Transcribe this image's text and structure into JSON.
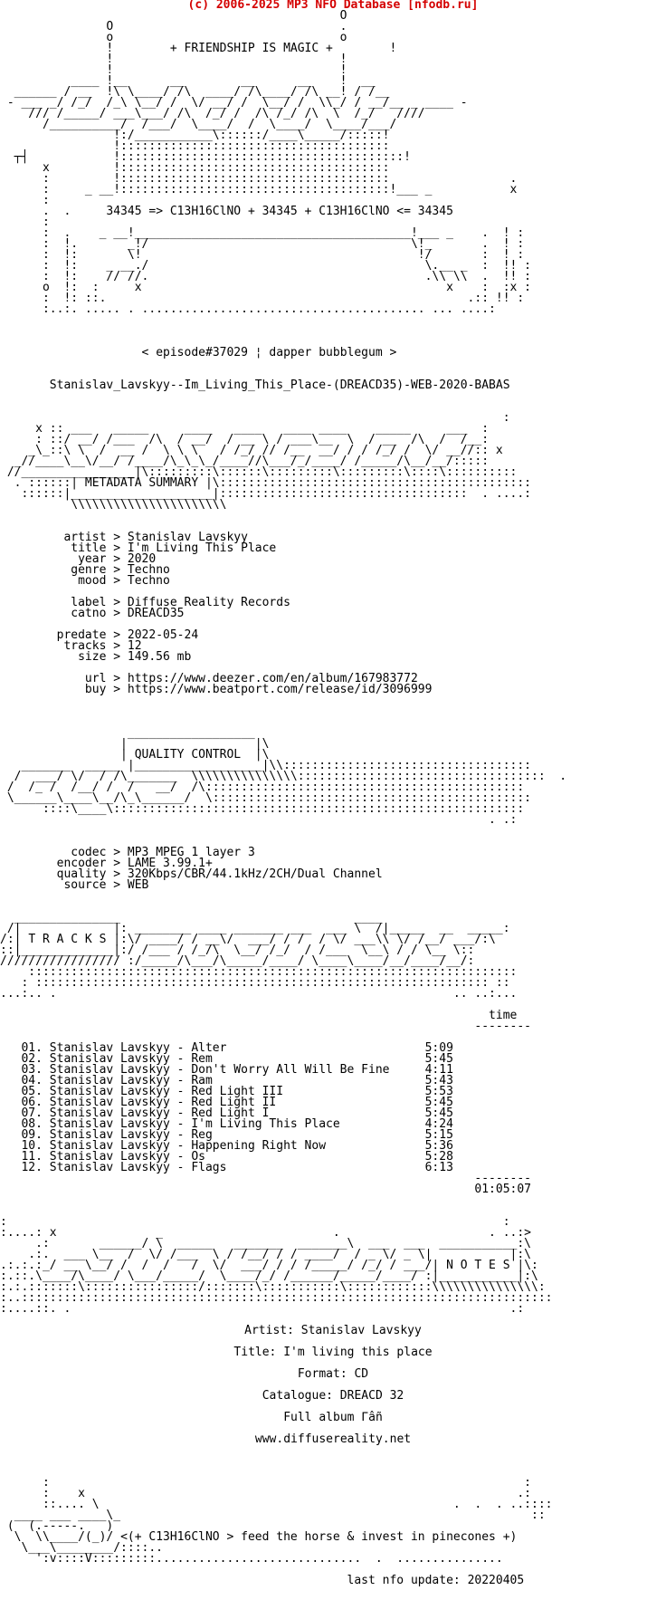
{
  "header": {
    "copyright": "(c) 2006-2025 MP3 NFO Database [nfodb.ru]"
  },
  "banner": {
    "slogan": "+ FRIENDSHIP IS MAGIC +",
    "formula": "34345 => C13H16ClNO + 34345 + C13H16ClNO <= 34345"
  },
  "release": {
    "episode": "< episode#37029 ¦ dapper bubblegum >",
    "dirname": "Stanislav_Lavskyy--Im_Living_This_Place-(DREACD35)-WEB-2020-BABAS"
  },
  "sections": {
    "metadata": "METADATA SUMMARY",
    "quality": "QUALITY CONTROL",
    "tracks": "T R A C K S",
    "notes": "N O T E S"
  },
  "metadata": {
    "artist": "artist > Stanislav Lavskyy",
    "title": "title > I'm Living This Place",
    "year": "year > 2020",
    "genre": "genre > Techno",
    "mood": "mood > Techno",
    "label": "label > Diffuse Reality Records",
    "catno": "catno > DREACD35",
    "predate": "predate > 2022-05-24",
    "tracks": "tracks > 12",
    "size": "size > 149.56 mb",
    "url": "url > https://www.deezer.com/en/album/167983772",
    "buy": "buy > https://www.beatport.com/release/id/3096999"
  },
  "quality": {
    "codec": "codec > MP3 MPEG 1 layer 3",
    "encoder": "encoder > LAME 3.99.1+",
    "quality": "quality > 320Kbps/CBR/44.1kHz/2CH/Dual Channel",
    "source": "source > WEB"
  },
  "tracklist": {
    "time_header": "time",
    "rows": [
      "01. Stanislav Lavskyy - Alter                            5:09",
      "02. Stanislav Lavskyy - Rem                              5:45",
      "03. Stanislav Lavskyy - Don't Worry All Will Be Fine     4:11",
      "04. Stanislav Lavskyy - Ram                              5:43",
      "05. Stanislav Lavskyy - Red Light III                    5:53",
      "06. Stanislav Lavskyy - Red Light II                     5:45",
      "07. Stanislav Lavskyy - Red Light I                      5:45",
      "08. Stanislav Lavskyy - I'm Living This Place            4:24",
      "09. Stanislav Lavskyy - Reg                              5:15",
      "10. Stanislav Lavskyy - Happening Right Now              5:36",
      "11. Stanislav Lavskyy - Os                               5:28",
      "12. Stanislav Lavskyy - Flags                            6:13"
    ],
    "total": "01:05:07"
  },
  "notes": {
    "artist": "Artist: Stanislav Lavskyy",
    "title": "Title: I'm living this place",
    "format": "Format: CD",
    "catalogue": "Catalogue: DREACD 32",
    "full": "Full album Γâñ",
    "site": "www.diffusereality.net"
  },
  "footer": {
    "slogan": "<(+ C13H16ClNO > feed the horse & invest in pinecones +)",
    "last_update": "last nfo update: 20220405"
  }
}
